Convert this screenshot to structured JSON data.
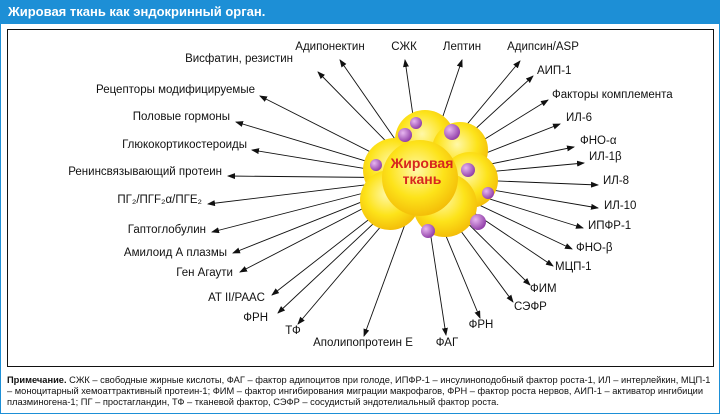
{
  "header": {
    "title": "Жировая ткань как эндокринный орган."
  },
  "center": {
    "line1": "Жировая",
    "line2": "ткань"
  },
  "colors": {
    "header": "#1d8fd6",
    "blob": "#fde31a",
    "blob_dark": "#f2b705",
    "blob_title": "#d7261e",
    "bead": "#a44fb8"
  },
  "labels": [
    "Висфатин, резистин",
    "Адипонектин",
    "СЖК",
    "Лептин",
    "Адипсин/ASP",
    "АИП-1",
    "Рецепторы модифицируемые",
    "Факторы комплемента",
    "Половые гормоны",
    "ИЛ-6",
    "Глюкокортикостероиды",
    "ФНО-α",
    "ИЛ-1β",
    "Ренинсвязывающий протеин",
    "ИЛ-8",
    "ПГ₂/ПГF₂α/ПГЕ₂",
    "ИЛ-10",
    "Гаптоглобулин",
    "ИПФР-1",
    "ФНО-β",
    "Амилоид А плазмы",
    "МЦП-1",
    "Ген Агаути",
    "ФИМ",
    "AT II/PAAC",
    "СЭФР",
    "ФРН",
    "ФРН",
    "ТФ",
    "ФАГ",
    "Аполипопротеин Е"
  ],
  "note": {
    "prefix": "Примечание.",
    "text": " СЖК – свободные жирные кислоты, ФАГ – фактор адипоцитов при голоде, ИПФР-1 – инсулиноподобный фактор роста-1, ИЛ – интерлейкин, МЦП-1 – моноцитарный хемоаттрактивный протеин-1; ФИМ – фактор ингибирования миграции макрофагов, ФРН – фактор роста нервов, АИП-1 – активатор ингибиции плазминогена-1; ПГ – простагландин, ТФ – тканевой фактор, СЭФР – сосудистый эндотелиальный фактор роста."
  }
}
